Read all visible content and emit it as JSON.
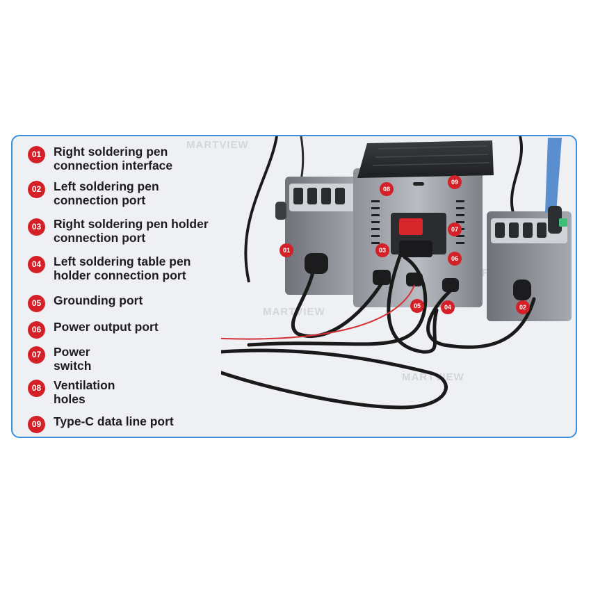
{
  "watermark": "MARTVIEW",
  "colors": {
    "accent_red": "#d42027",
    "frame_blue": "#3a8fe0"
  },
  "items": [
    {
      "num": "01",
      "label": "Right soldering pen\nconnection interface"
    },
    {
      "num": "02",
      "label": "Left soldering pen\nconnection port"
    },
    {
      "num": "03",
      "label": "Right soldering pen holder\nconnection port"
    },
    {
      "num": "04",
      "label": "Left soldering table pen\nholder connection port"
    },
    {
      "num": "05",
      "label": "Grounding port"
    },
    {
      "num": "06",
      "label": "Power output port"
    },
    {
      "num": "07",
      "label": "Power\nswitch"
    },
    {
      "num": "08",
      "label": "Ventilation\nholes"
    },
    {
      "num": "09",
      "label": "Type-C data line port"
    }
  ],
  "callouts": [
    "01",
    "02",
    "03",
    "04",
    "05",
    "06",
    "07",
    "08",
    "09"
  ]
}
